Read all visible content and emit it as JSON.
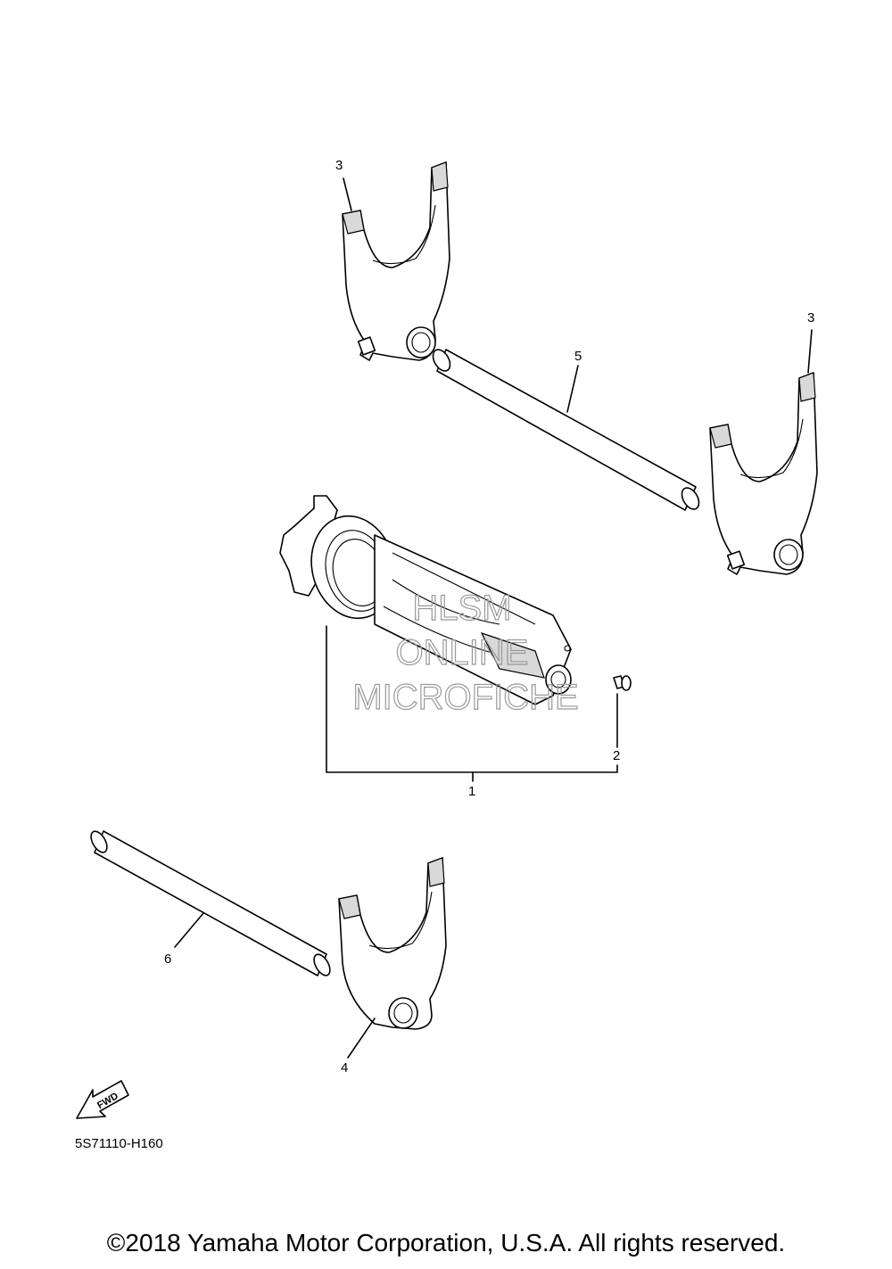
{
  "callouts": {
    "c1": "1",
    "c2": "2",
    "c3a": "3",
    "c3b": "3",
    "c4": "4",
    "c5": "5",
    "c6": "6"
  },
  "fwd_label": "FWD",
  "part_code": "5S71110-H160",
  "watermark": {
    "line1": "HLSM",
    "line2": "ONLINE",
    "line3": "MICROFICHE"
  },
  "copyright": "©2018 Yamaha Motor Corporation, U.S.A. All rights reserved."
}
